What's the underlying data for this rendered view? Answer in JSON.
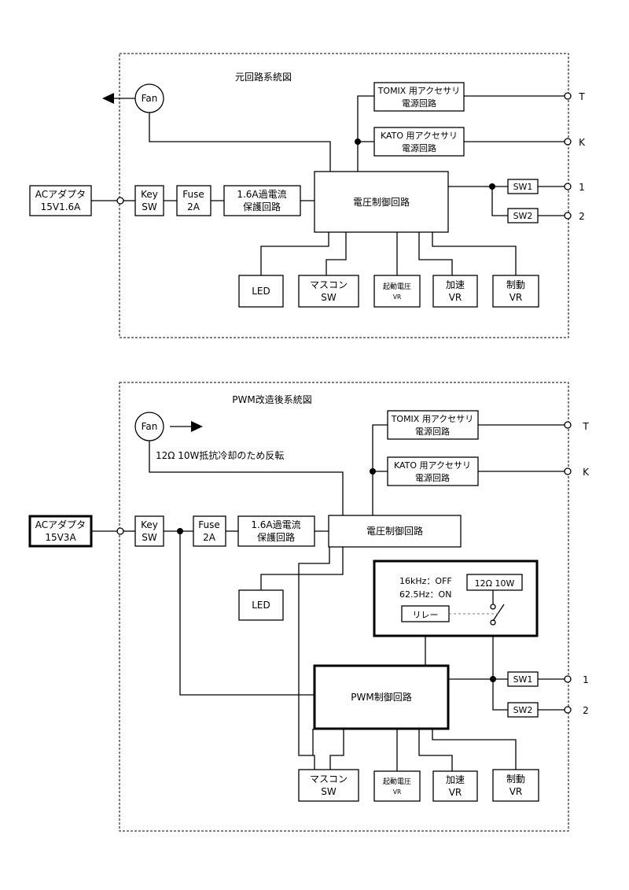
{
  "diagram1": {
    "title": "元回路系統図",
    "fan": "Fan",
    "ac_adapter": [
      "ACアダプタ",
      "15V1.6A"
    ],
    "key_sw": [
      "Key",
      "SW"
    ],
    "fuse": [
      "Fuse",
      "2A"
    ],
    "protection": [
      "1.6A過電流",
      "保護回路"
    ],
    "voltage_control": "電圧制御回路",
    "tomix": [
      "TOMIX 用アクセサリ",
      "電源回路"
    ],
    "kato": [
      "KATO 用アクセサリ",
      "電源回路"
    ],
    "sw1": "SW1",
    "sw2": "SW2",
    "led": "LED",
    "mascon": [
      "マスコン",
      "SW"
    ],
    "start_voltage": [
      "起動電圧",
      "VR"
    ],
    "accel": [
      "加速",
      "VR"
    ],
    "brake": [
      "制動",
      "VR"
    ],
    "terminals": [
      "T",
      "K",
      "1",
      "2"
    ]
  },
  "diagram2": {
    "title": "PWM改造後系統図",
    "fan": "Fan",
    "fan_note": "12Ω 10W抵抗冷却のため反転",
    "ac_adapter": [
      "ACアダプタ",
      "15V3A"
    ],
    "key_sw": [
      "Key",
      "SW"
    ],
    "fuse": [
      "Fuse",
      "2A"
    ],
    "protection": [
      "1.6A過電流",
      "保護回路"
    ],
    "voltage_control": "電圧制御回路",
    "tomix": [
      "TOMIX 用アクセサリ",
      "電源回路"
    ],
    "kato": [
      "KATO 用アクセサリ",
      "電源回路"
    ],
    "relay_freq": [
      "16kHz：OFF",
      "62.5Hz：ON"
    ],
    "resistor": "12Ω 10W",
    "relay": "リレー",
    "pwm_control": "PWM制御回路",
    "sw1": "SW1",
    "sw2": "SW2",
    "led": "LED",
    "mascon": [
      "マスコン",
      "SW"
    ],
    "start_voltage": [
      "起動電圧",
      "VR"
    ],
    "accel": [
      "加速",
      "VR"
    ],
    "brake": [
      "制動",
      "VR"
    ],
    "terminals": [
      "T",
      "K",
      "1",
      "2"
    ]
  }
}
